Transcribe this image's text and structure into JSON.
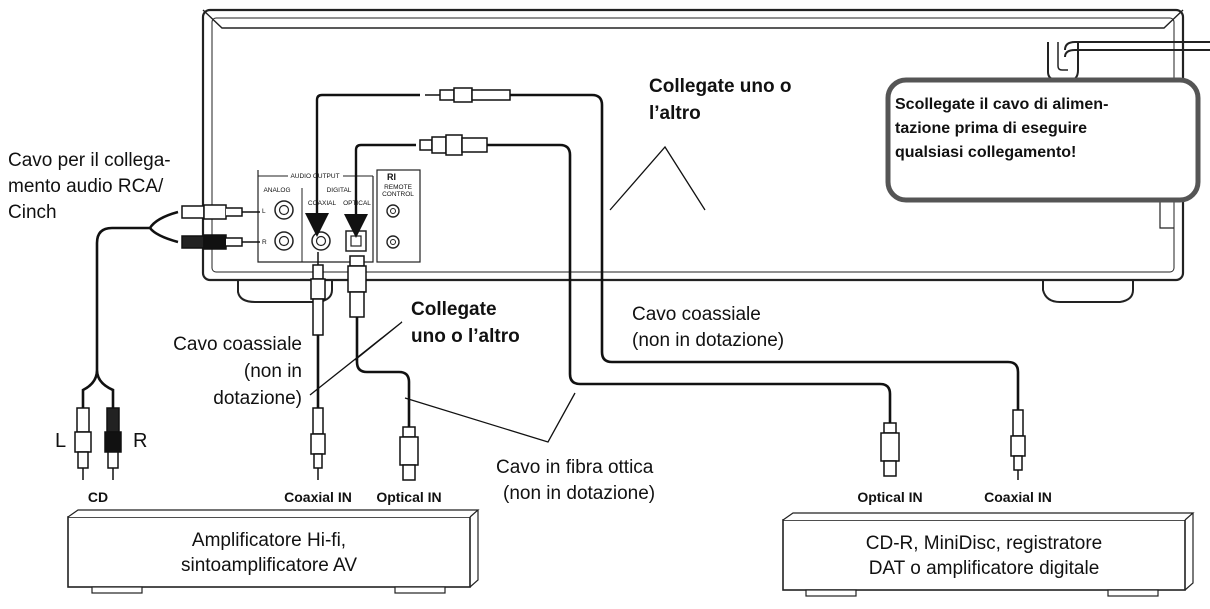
{
  "labels": {
    "cable_rca": [
      "Cavo per il collega-",
      "mento audio RCA/",
      "Cinch"
    ],
    "connect_either_top": [
      "Collegate uno o",
      "l’altro"
    ],
    "connect_either_mid": [
      "Collegate",
      "uno o l’altro"
    ],
    "coax_cable_left": [
      "Cavo coassiale",
      "(non in",
      "dotazione)"
    ],
    "coax_cable_right": [
      "Cavo coassiale",
      "(non in dotazione)"
    ],
    "optical_cable": [
      "Cavo in fibra ottica",
      "(non in dotazione)"
    ],
    "plug_L": "L",
    "plug_R": "R",
    "cd": "CD",
    "coaxial_in_left": "Coaxial IN",
    "optical_in_left": "Optical IN",
    "optical_in_right": "Optical IN",
    "coaxial_in_right": "Coaxial IN"
  },
  "panel": {
    "audio_output": "AUDIO OUTPUT",
    "analog": "ANALOG",
    "digital": "DIGITAL",
    "coaxial": "COAXIAL",
    "optical": "OPTICAL",
    "jack_L": "L",
    "jack_R": "R",
    "ri_logo": "RI",
    "remote_control": [
      "REMOTE",
      "CONTROL"
    ]
  },
  "warning": {
    "lines": [
      "Scollegate il cavo di alimen-",
      "tazione prima di eseguire",
      "qualsiasi collegamento!"
    ]
  },
  "devices": {
    "amplifier": [
      "Amplificatore Hi-fi,",
      "sintoamplificatore AV"
    ],
    "recorder": [
      "CD-R, MiniDisc, registratore",
      "DAT o amplificatore digitale"
    ]
  }
}
